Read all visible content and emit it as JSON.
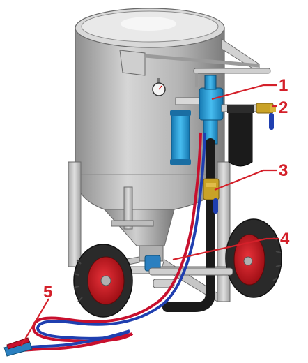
{
  "callouts": [
    {
      "id": "1",
      "label": "1"
    },
    {
      "id": "2",
      "label": "2"
    },
    {
      "id": "3",
      "label": "3"
    },
    {
      "id": "4",
      "label": "4"
    },
    {
      "id": "5",
      "label": "5"
    }
  ],
  "colors": {
    "callout": "#d4202a",
    "tank_body": "#b9b9b9",
    "frame": "#c8c8c8",
    "tire": "#2a2a2a",
    "rim": "#c0141c",
    "filter_blue": "#2a9fd6",
    "filter_black": "#1b1b1b",
    "brass": "#c9a227",
    "hose_black": "#1a1a1a",
    "hose_red": "#c8102e",
    "hose_blue": "#1f3fb0"
  },
  "icons": [
    "pressure-gauge-icon",
    "deadman-handle-icon"
  ]
}
